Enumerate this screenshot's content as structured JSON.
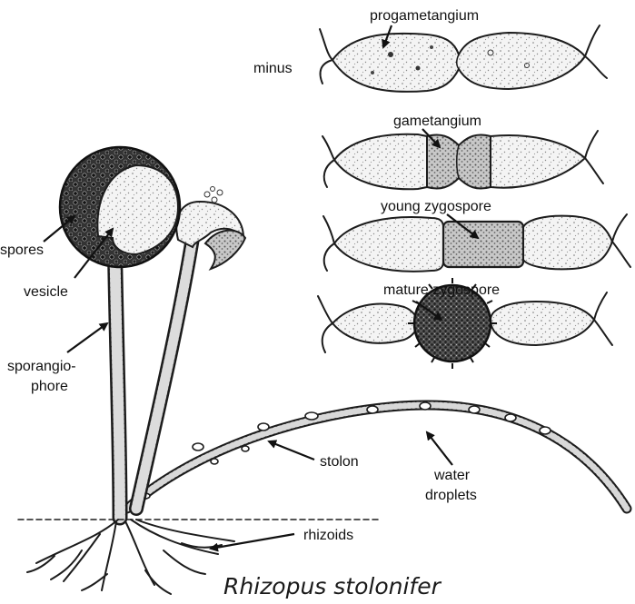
{
  "labels": {
    "progametangium": "progametangium",
    "minus": "minus",
    "gametangium": "gametangium",
    "young_zygospore": "young zygospore",
    "mature_zygospore": "mature zygospore",
    "spores": "spores",
    "vesicle": "vesicle",
    "sporangiophore_line1": "sporangio-",
    "sporangiophore_line2": "phore",
    "stolon": "stolon",
    "water_line1": "water",
    "water_line2": "droplets",
    "rhizoids": "rhizoids"
  },
  "title": "Rhizopus stolonifer",
  "colors": {
    "ink": "#1c1c1c",
    "background": "#ffffff",
    "stipple": "#9a9a9a"
  }
}
